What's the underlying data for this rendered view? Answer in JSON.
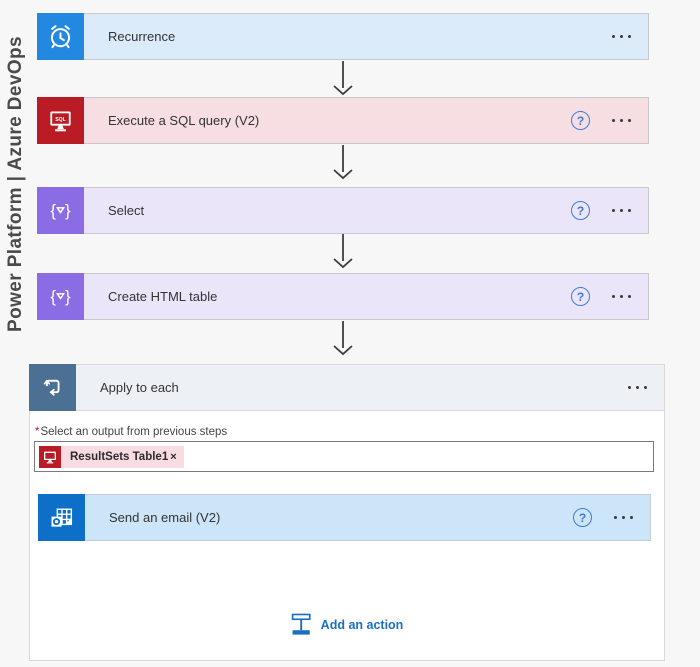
{
  "canvas": {
    "background": "#f7f7f7"
  },
  "rail_label": "Power Platform | Azure DevOps",
  "colors": {
    "canvas_bg": "#f7f7f7",
    "recurrence_accent": "#2288e0",
    "recurrence_bg": "#dcebfa",
    "sql_accent": "#b91c24",
    "sql_bg": "#f7dee2",
    "data_op_accent": "#8a6de4",
    "data_op_bg": "#ebe5fa",
    "control_accent": "#4b7093",
    "control_header_bg": "#edf1f6",
    "outlook_accent": "#0e6fc8",
    "outlook_bg": "#cde5f8",
    "token_bg": "#f8dce2",
    "link_blue": "#1b6ec2",
    "help_blue": "#3d7bd9",
    "arrow": "#3c3c3c",
    "card_border": "#c9c9c9",
    "container_border": "#d9d9d9",
    "text": "#333333",
    "rail_text": "#4a4a4a",
    "required_red": "#a4262c",
    "input_border": "#7a7a7a"
  },
  "steps": [
    {
      "title": "Recurrence",
      "icon": "alarm-clock-icon",
      "has_help": false
    },
    {
      "title": "Execute a SQL query (V2)",
      "icon": "sql-server-icon",
      "has_help": true
    },
    {
      "title": "Select",
      "icon": "data-operation-icon",
      "has_help": true
    },
    {
      "title": "Create HTML table",
      "icon": "data-operation-icon",
      "has_help": true
    }
  ],
  "apply_to_each": {
    "title": "Apply to each",
    "required_marker": "*",
    "field_label": "Select an output from previous steps",
    "token": {
      "label": "ResultSets Table1",
      "remove_glyph": "×",
      "icon": "sql-server-icon"
    },
    "action": {
      "title": "Send an email (V2)",
      "icon": "outlook-icon",
      "has_help": true
    },
    "add_action_label": "Add an action"
  },
  "glyphs": {
    "help": "?"
  }
}
